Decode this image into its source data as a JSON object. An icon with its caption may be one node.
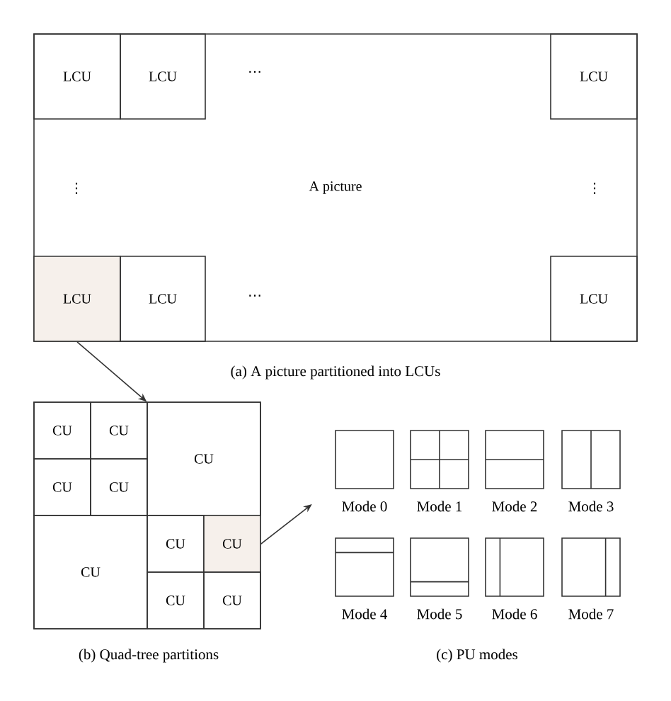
{
  "diagram": {
    "nodes": [
      {
        "text": [
          "A picture"
        ]
      },
      {
        "text": [
          "LCU"
        ],
        "in": 0
      },
      {
        "text": [
          "LCU"
        ],
        "in": 0
      },
      {
        "text": [
          "LCU"
        ],
        "in": 0
      },
      {
        "text": [
          "LCU"
        ],
        "in": 0
      },
      {
        "text": [
          "LCU"
        ],
        "in": 0
      },
      {
        "text": [
          "LCU"
        ],
        "in": 0
      },
      {
        "text": [],
        "shape": "box"
      },
      {
        "text": [
          "CU"
        ],
        "in": 7
      },
      {
        "text": [
          "CU"
        ],
        "in": 7
      },
      {
        "text": [
          "CU"
        ],
        "in": 7
      },
      {
        "text": [
          "CU"
        ],
        "in": 7
      },
      {
        "text": [
          "CU"
        ],
        "in": 7
      },
      {
        "text": [
          "CU"
        ],
        "in": 7
      },
      {
        "text": [
          "CU"
        ],
        "in": 7
      },
      {
        "text": [
          "CU"
        ],
        "in": 7
      },
      {
        "text": [
          "CU"
        ],
        "in": 7
      },
      {
        "text": [
          "CU"
        ],
        "in": 7
      },
      {
        "text": [],
        "shape": "box",
        "beside": [
          "Mode 0"
        ]
      },
      {
        "text": [],
        "shape": "box",
        "beside": [
          "Mode 1"
        ]
      },
      {
        "text": [],
        "shape": "box",
        "beside": [
          "Mode 2"
        ]
      },
      {
        "text": [],
        "shape": "box",
        "beside": [
          "Mode 3"
        ]
      },
      {
        "text": [],
        "shape": "box",
        "beside": [
          "Mode 4"
        ]
      },
      {
        "text": [],
        "shape": "box",
        "beside": [
          "Mode 5"
        ]
      },
      {
        "text": [],
        "shape": "box",
        "beside": [
          "Mode 6"
        ]
      },
      {
        "text": [],
        "shape": "box",
        "beside": [
          "Mode 7"
        ]
      }
    ],
    "edges": [
      {
        "from": 4,
        "to": 7,
        "arrow": "to"
      },
      {
        "from": 15,
        "to": null,
        "arrow": "to"
      }
    ],
    "labels": [
      "⋯",
      "⋮",
      "⋮",
      "⋯",
      "(a) A picture partitioned into LCUs",
      "(b) Quad-tree partitions",
      "(c) PU modes"
    ]
  }
}
